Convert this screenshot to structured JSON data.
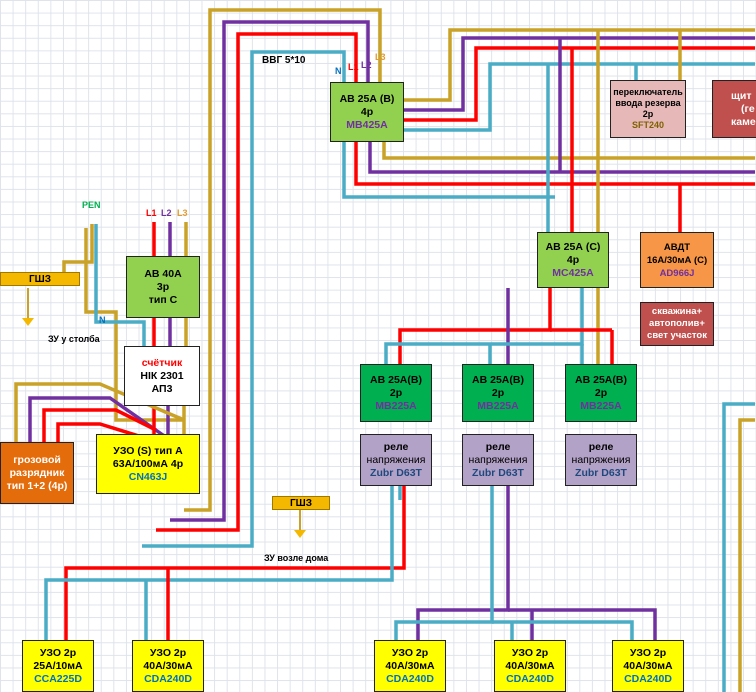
{
  "colors": {
    "l1": "#ff0000",
    "l2": "#7030a0",
    "l3": "#c9a227",
    "n": "#4bacc6",
    "pen": "#c9a227"
  },
  "labels": {
    "vvg": "ВВГ 5*10",
    "n_top": "N",
    "l1_top": "L1",
    "l2_top": "L2",
    "l3_top": "L3",
    "pen": "PEN",
    "l1_left": "L1",
    "l2_left": "L2",
    "l3_left": "L3",
    "n_left": "N",
    "zu_pole": "ЗУ у столба",
    "zu_house": "ЗУ возле дома"
  },
  "devices": {
    "main": {
      "l1": "АВ 25А (В)",
      "l2": "4р",
      "model": "MB425A"
    },
    "switch": {
      "l1": "переключатель",
      "l2": "ввода резерва",
      "l3": "2р",
      "model": "SFT240"
    },
    "panel": {
      "l1": "щит",
      "l2": "(ге",
      "l3": "каме"
    },
    "av25c": {
      "l1": "АВ 25А (С)",
      "l2": "4р",
      "model": "MC425A"
    },
    "avdt": {
      "l1": "АВДТ",
      "l2": "16А/30мА (С)",
      "model": "AD966J"
    },
    "well": {
      "l1": "скважина+",
      "l2": "автополив+",
      "l3": "свет участок"
    },
    "av40": {
      "l1": "АВ 40А",
      "l2": "3р",
      "l3": "тип С"
    },
    "meter": {
      "l1": "счётчик",
      "l2": "НІК 2301",
      "l3": "АП3"
    },
    "uzo_main": {
      "l1": "УЗО (S) тип А",
      "l2": "63А/100мА 4р",
      "model": "CN463J"
    },
    "surge": {
      "l1": "грозовой",
      "l2": "разрядник",
      "l3": "тип 1+2 (4р)"
    },
    "gsh": "ГШЗ",
    "gsh2": "ГШЗ",
    "ab_groups": [
      {
        "l1": "АВ 25А(В)",
        "l2": "2р",
        "model": "MB225A"
      },
      {
        "l1": "АВ 25А(В)",
        "l2": "2р",
        "model": "MB225A"
      },
      {
        "l1": "АВ 25А(В)",
        "l2": "2р",
        "model": "MB225A"
      }
    ],
    "relays": [
      {
        "l1": "реле",
        "l2": "напряжения",
        "model": "Zubr D63T"
      },
      {
        "l1": "реле",
        "l2": "напряжения",
        "model": "Zubr D63T"
      },
      {
        "l1": "реле",
        "l2": "напряжения",
        "model": "Zubr D63T"
      }
    ],
    "uzos": [
      {
        "l1": "УЗО 2р",
        "l2": "25А/10мА",
        "model": "CCA225D"
      },
      {
        "l1": "УЗО 2р",
        "l2": "40А/30мА",
        "model": "CDA240D"
      },
      {
        "l1": "УЗО 2р",
        "l2": "40А/30мА",
        "model": "CDA240D"
      },
      {
        "l1": "УЗО 2р",
        "l2": "40А/30мА",
        "model": "CDA240D"
      },
      {
        "l1": "УЗО 2р",
        "l2": "40А/30мА",
        "model": "CDA240D"
      }
    ]
  }
}
